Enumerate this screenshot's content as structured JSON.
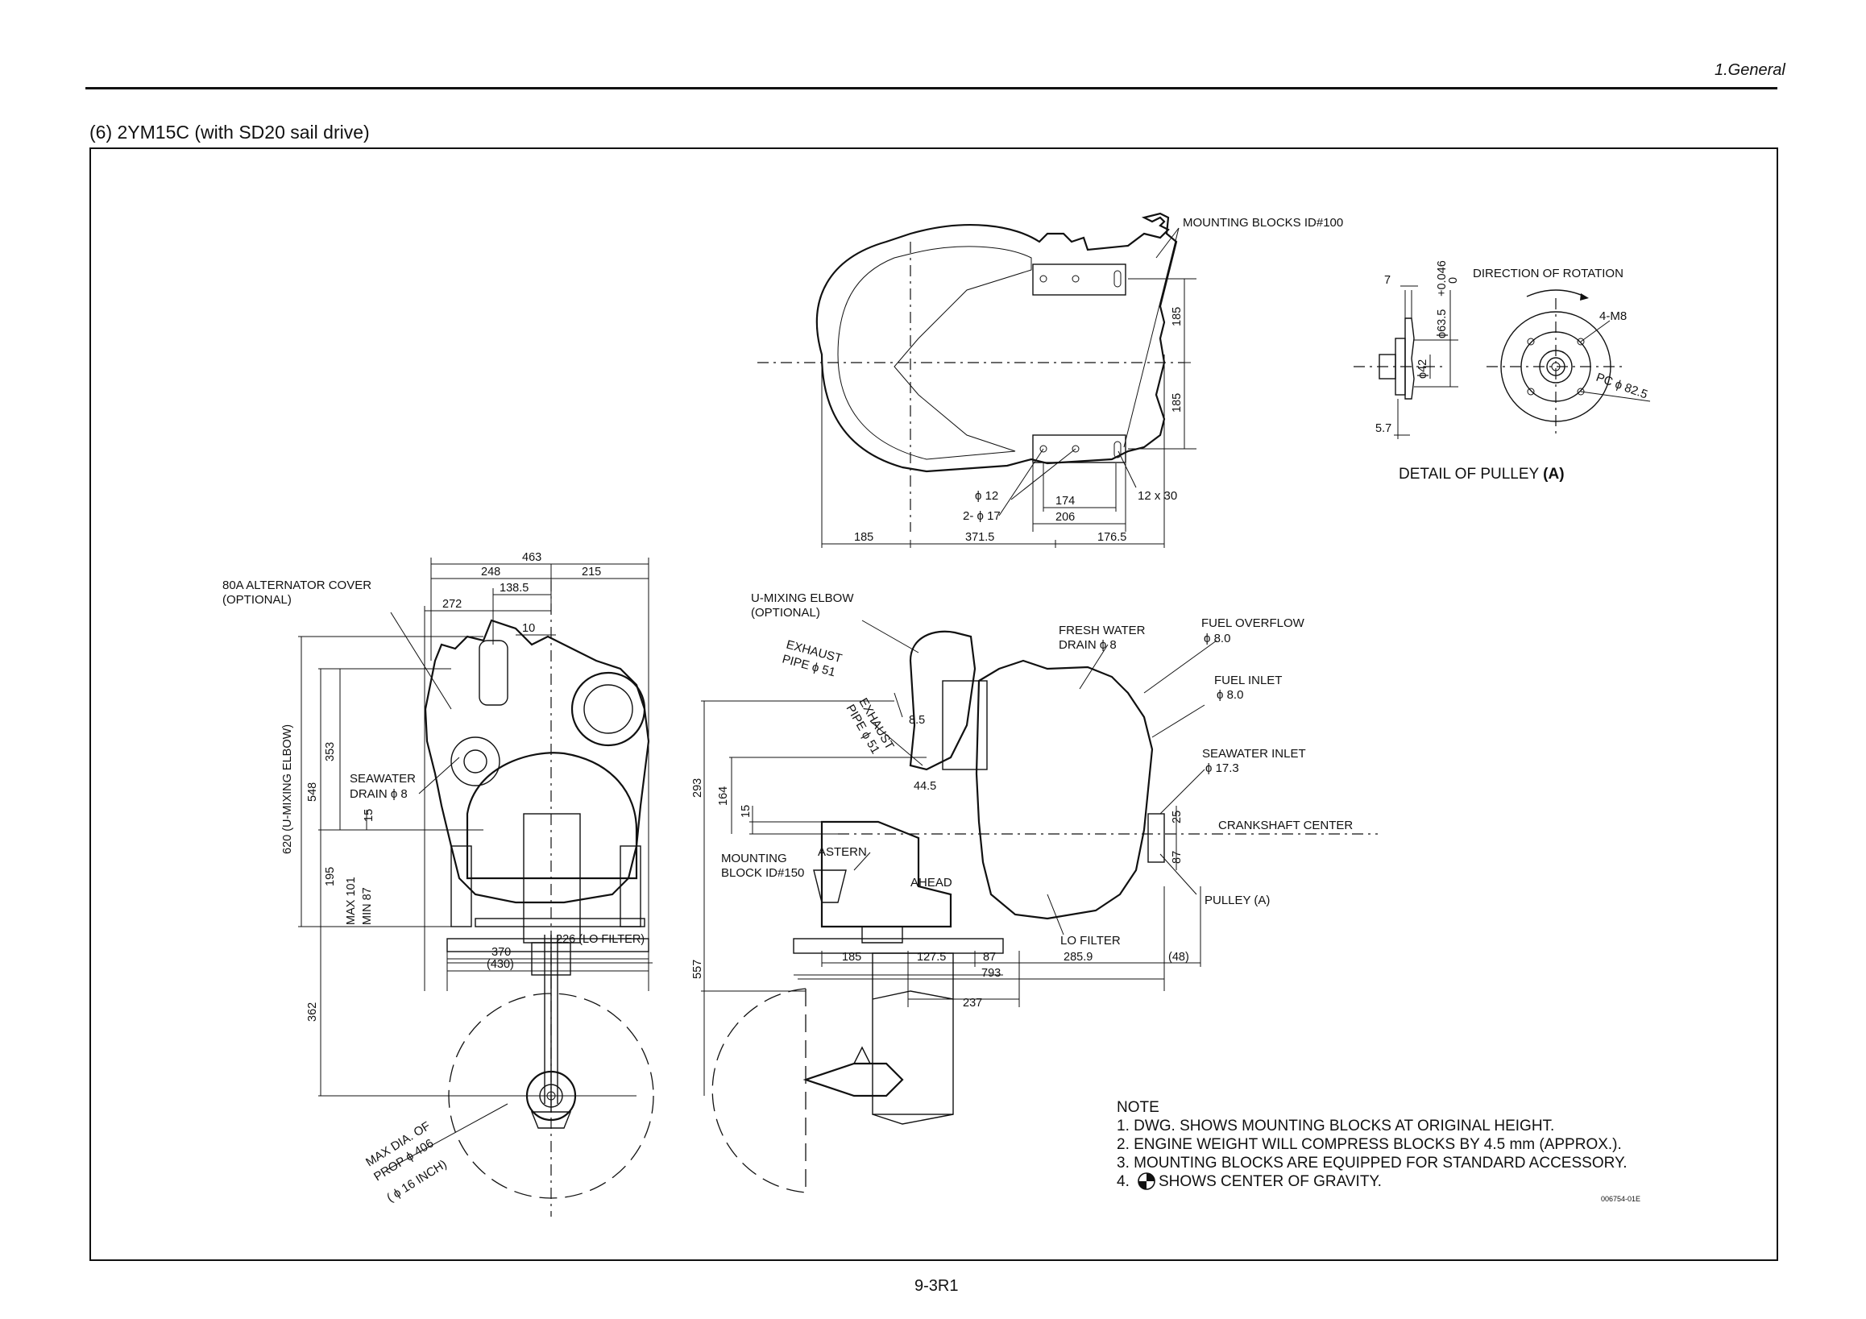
{
  "header": {
    "section": "1.General"
  },
  "title": "(6)  2YM15C (with SD20 sail drive)",
  "page_number": "9-3R1",
  "top_view": {
    "mounting_blocks": "MOUNTING BLOCKS ID#100",
    "dim_185_a": "185",
    "dim_185_b": "185",
    "hole_12": "ϕ 12",
    "hole_17": "2- ϕ 17",
    "slot": "12 x 30",
    "dim_174": "174",
    "dim_206": "206",
    "dim_185_bottom": "185",
    "dim_371_5": "371.5",
    "dim_176_5": "176.5"
  },
  "pulley_detail": {
    "dim_7": "7",
    "dim_tolerance_top": "+0.046",
    "dim_tolerance_bottom": "0",
    "dim_63_5": "ϕ63.5",
    "dim_42": "ϕ42",
    "dim_5_7": "5.7",
    "direction": "DIRECTION OF ROTATION",
    "bolts": "4-M8",
    "pcd": "PC ϕ 82.5",
    "caption_prefix": "DETAIL OF PULLEY ",
    "caption_ref": "(A)"
  },
  "front_view": {
    "alternator_cover_line1": "80A ALTERNATOR COVER",
    "alternator_cover_line2": "(OPTIONAL)",
    "dim_463": "463",
    "dim_248": "248",
    "dim_215": "215",
    "dim_138_5": "138.5",
    "dim_272": "272",
    "dim_10": "10",
    "dim_620": "620 (U-MIXING ELBOW)",
    "dim_548": "548",
    "dim_353": "353",
    "dim_15": "15",
    "dim_195": "195",
    "dim_max101": "MAX 101",
    "dim_min87": "MIN 87",
    "seawater_drain_line1": "SEAWATER",
    "seawater_drain_line2": "DRAIN ϕ 8",
    "dim_370": "370",
    "dim_430": "(430)",
    "lo_filter_dim": "226 (LO FILTER)",
    "dim_362": "362",
    "prop_line1": "MAX DIA. OF",
    "prop_line2": "PROP ϕ 406",
    "prop_line3": "( ϕ 16 INCH)"
  },
  "side_view": {
    "u_mixing_line1": "U-MIXING ELBOW",
    "u_mixing_line2": "(OPTIONAL)",
    "exhaust_a_line1": "EXHAUST",
    "exhaust_a_line2": "PIPE ϕ 51",
    "exhaust_b_line1": "EXHAUST",
    "exhaust_b_line2": "PIPE ϕ 51",
    "fresh_water_line1": "FRESH WATER",
    "fresh_water_line2": "DRAIN ϕ 8",
    "fuel_overflow_line1": "FUEL OVERFLOW",
    "fuel_overflow_line2": "ϕ 8.0",
    "fuel_inlet_line1": "FUEL INLET",
    "fuel_inlet_line2": "ϕ 8.0",
    "seawater_inlet_line1": "SEAWATER INLET",
    "seawater_inlet_line2": "ϕ 17.3",
    "crankshaft": "CRANKSHAFT CENTER",
    "dim_8_5": "8.5",
    "dim_44_5": "44.5",
    "dim_293": "293",
    "dim_164": "164",
    "dim_15": "15",
    "dim_25": "25",
    "dim_87": "87",
    "mounting_block_line1": "MOUNTING",
    "mounting_block_line2": "BLOCK ID#150",
    "astern": "ASTERN",
    "ahead": "AHEAD",
    "pulley": "PULLEY (A)",
    "lo_filter": "LO FILTER",
    "dim_185": "185",
    "dim_127_5": "127.5",
    "dim_87_b": "87",
    "dim_285_9": "285.9",
    "dim_48": "(48)",
    "dim_793": "793",
    "dim_237": "237",
    "dim_557": "557"
  },
  "notes": {
    "heading": "NOTE",
    "n1": "1. DWG. SHOWS MOUNTING BLOCKS AT ORIGINAL HEIGHT.",
    "n2": "2. ENGINE WEIGHT WILL COMPRESS BLOCKS BY 4.5 mm (APPROX.).",
    "n3": "3. MOUNTING BLOCKS ARE EQUIPPED FOR STANDARD ACCESSORY.",
    "n4_prefix": "4.",
    "n4_suffix": "SHOWS CENTER OF GRAVITY.",
    "drawing_no": "006754-01E"
  }
}
